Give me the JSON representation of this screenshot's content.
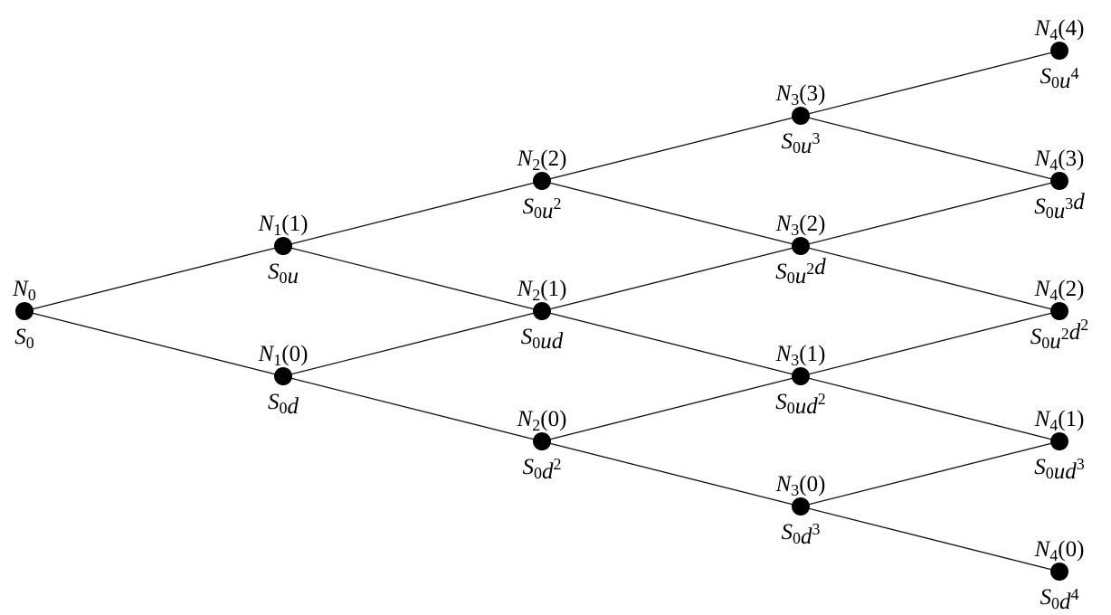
{
  "tree": {
    "steps": 4,
    "nodes": [
      {
        "id": "0-0",
        "step": 0,
        "up": 0,
        "label": {
          "sym": "N",
          "sub": "0",
          "arg": ""
        },
        "value": [
          {
            "t": "S",
            "sub": "0"
          }
        ]
      },
      {
        "id": "1-1",
        "step": 1,
        "up": 1,
        "label": {
          "sym": "N",
          "sub": "1",
          "arg": "(1)"
        },
        "value": [
          {
            "t": "S",
            "sub": "0"
          },
          {
            "t": "u"
          }
        ]
      },
      {
        "id": "1-0",
        "step": 1,
        "up": 0,
        "label": {
          "sym": "N",
          "sub": "1",
          "arg": "(0)"
        },
        "value": [
          {
            "t": "S",
            "sub": "0"
          },
          {
            "t": "d"
          }
        ]
      },
      {
        "id": "2-2",
        "step": 2,
        "up": 2,
        "label": {
          "sym": "N",
          "sub": "2",
          "arg": "(2)"
        },
        "value": [
          {
            "t": "S",
            "sub": "0"
          },
          {
            "t": "u",
            "sup": "2"
          }
        ]
      },
      {
        "id": "2-1",
        "step": 2,
        "up": 1,
        "label": {
          "sym": "N",
          "sub": "2",
          "arg": "(1)"
        },
        "value": [
          {
            "t": "S",
            "sub": "0"
          },
          {
            "t": "ud"
          }
        ]
      },
      {
        "id": "2-0",
        "step": 2,
        "up": 0,
        "label": {
          "sym": "N",
          "sub": "2",
          "arg": "(0)"
        },
        "value": [
          {
            "t": "S",
            "sub": "0"
          },
          {
            "t": "d",
            "sup": "2"
          }
        ]
      },
      {
        "id": "3-3",
        "step": 3,
        "up": 3,
        "label": {
          "sym": "N",
          "sub": "3",
          "arg": "(3)"
        },
        "value": [
          {
            "t": "S",
            "sub": "0"
          },
          {
            "t": "u",
            "sup": "3"
          }
        ]
      },
      {
        "id": "3-2",
        "step": 3,
        "up": 2,
        "label": {
          "sym": "N",
          "sub": "3",
          "arg": "(2)"
        },
        "value": [
          {
            "t": "S",
            "sub": "0"
          },
          {
            "t": "u",
            "sup": "2"
          },
          {
            "t": "d"
          }
        ]
      },
      {
        "id": "3-1",
        "step": 3,
        "up": 1,
        "label": {
          "sym": "N",
          "sub": "3",
          "arg": "(1)"
        },
        "value": [
          {
            "t": "S",
            "sub": "0"
          },
          {
            "t": "ud",
            "sup": "2"
          }
        ]
      },
      {
        "id": "3-0",
        "step": 3,
        "up": 0,
        "label": {
          "sym": "N",
          "sub": "3",
          "arg": "(0)"
        },
        "value": [
          {
            "t": "S",
            "sub": "0"
          },
          {
            "t": "d",
            "sup": "3"
          }
        ]
      },
      {
        "id": "4-4",
        "step": 4,
        "up": 4,
        "label": {
          "sym": "N",
          "sub": "4",
          "arg": "(4)"
        },
        "value": [
          {
            "t": "S",
            "sub": "0"
          },
          {
            "t": "u",
            "sup": "4"
          }
        ]
      },
      {
        "id": "4-3",
        "step": 4,
        "up": 3,
        "label": {
          "sym": "N",
          "sub": "4",
          "arg": "(3)"
        },
        "value": [
          {
            "t": "S",
            "sub": "0"
          },
          {
            "t": "u",
            "sup": "3"
          },
          {
            "t": "d"
          }
        ]
      },
      {
        "id": "4-2",
        "step": 4,
        "up": 2,
        "label": {
          "sym": "N",
          "sub": "4",
          "arg": "(2)"
        },
        "value": [
          {
            "t": "S",
            "sub": "0"
          },
          {
            "t": "u",
            "sup": "2"
          },
          {
            "t": "d",
            "sup": "2"
          }
        ]
      },
      {
        "id": "4-1",
        "step": 4,
        "up": 1,
        "label": {
          "sym": "N",
          "sub": "4",
          "arg": "(1)"
        },
        "value": [
          {
            "t": "S",
            "sub": "0"
          },
          {
            "t": "ud",
            "sup": "3"
          }
        ]
      },
      {
        "id": "4-0",
        "step": 4,
        "up": 0,
        "label": {
          "sym": "N",
          "sub": "4",
          "arg": "(0)"
        },
        "value": [
          {
            "t": "S",
            "sub": "0"
          },
          {
            "t": "d",
            "sup": "4"
          }
        ]
      }
    ]
  }
}
